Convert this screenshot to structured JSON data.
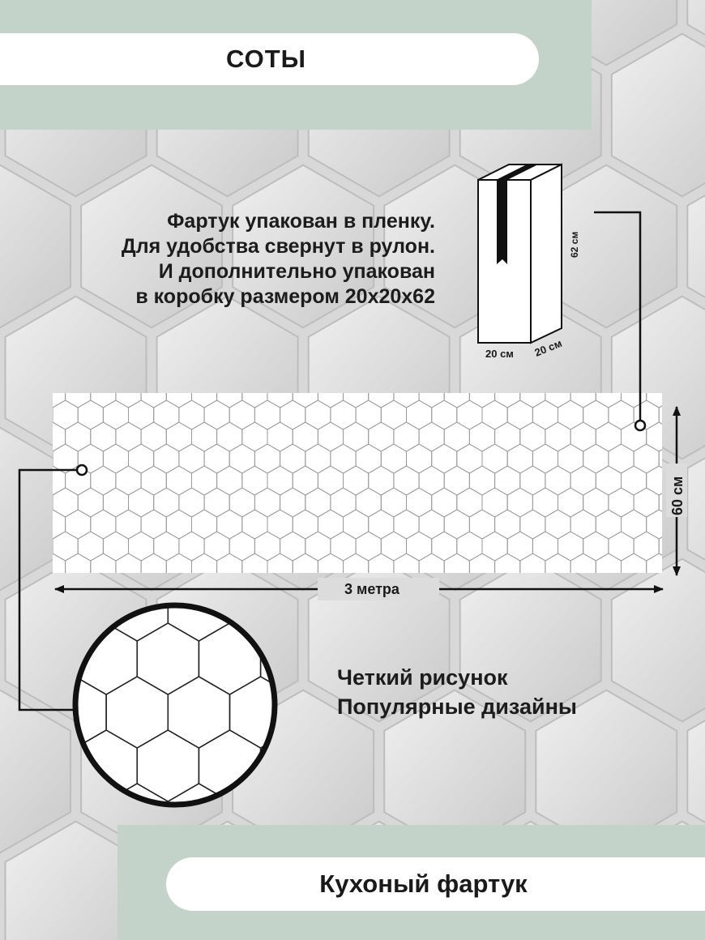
{
  "header": {
    "title": "СОТЫ"
  },
  "description": {
    "lines": [
      "Фартук упакован в  пленку.",
      "Для удобства свернут в рулон.",
      "И дополнительно упакован",
      "в коробку размером 20х20х62"
    ]
  },
  "box": {
    "height_label": "62 см",
    "width_label": "20 см",
    "depth_label": "20 см"
  },
  "panel": {
    "length_label": "3 метра",
    "height_label": "60 см"
  },
  "features": {
    "lines": [
      "Четкий рисунок",
      "Популярные дизайны"
    ]
  },
  "footer": {
    "title": "Кухоный фартук"
  },
  "colors": {
    "accent_band": "#c3d3ca",
    "background": "#dcdcdc",
    "pill": "#ffffff",
    "text": "#1a1a1a"
  }
}
